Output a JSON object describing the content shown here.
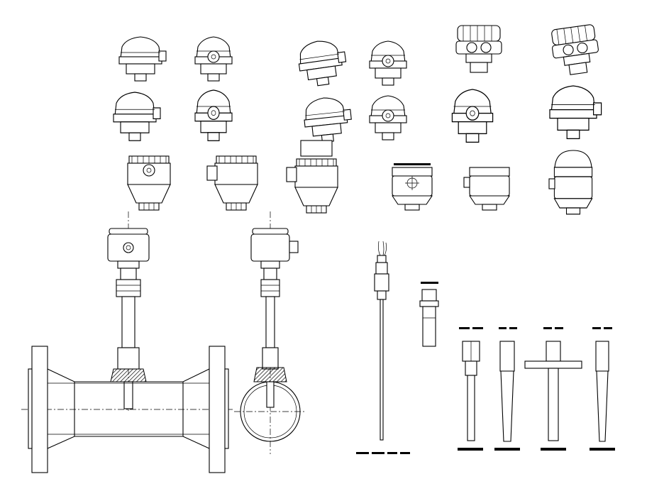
{
  "drawing": {
    "background_color": "#ffffff",
    "line_color": "#000000",
    "components": [
      {
        "name": "terminal-head-type-a-side"
      },
      {
        "name": "terminal-head-type-a-front"
      },
      {
        "name": "terminal-head-type-b-side"
      },
      {
        "name": "terminal-head-type-b-front"
      },
      {
        "name": "terminal-head-type-c-front"
      },
      {
        "name": "terminal-head-type-c-side"
      },
      {
        "name": "explosion-proof-head-row"
      },
      {
        "name": "round-head-row"
      },
      {
        "name": "flanged-pipe-assembly"
      },
      {
        "name": "pipe-cross-section-assembly"
      },
      {
        "name": "cable-probe"
      },
      {
        "name": "short-compact-sensor"
      },
      {
        "name": "thermowell-set"
      }
    ]
  }
}
